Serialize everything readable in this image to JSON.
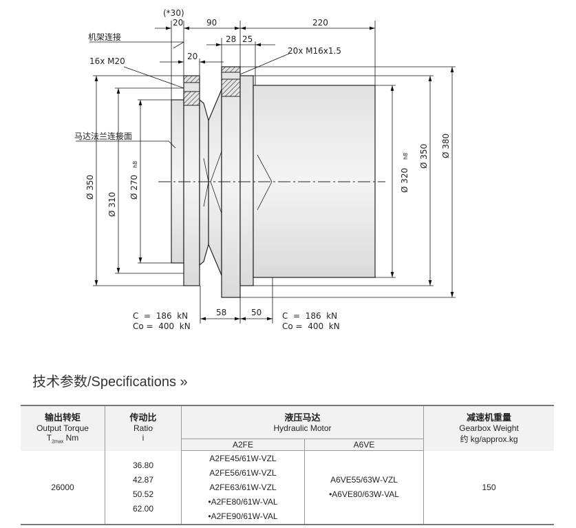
{
  "drawing": {
    "dims_top": [
      "(*30)",
      "20",
      "90",
      "220",
      "28",
      "25",
      "20"
    ],
    "labels": {
      "frame_connection": "机架连接",
      "bolts_left": "16x M20",
      "bolts_right": "20x M16x1.5",
      "motor_flange": "马达法兰连接面"
    },
    "diameters": {
      "d350_left": "Ø 350",
      "d310": "Ø 310",
      "d270": "Ø 270",
      "d270_tol": "h8",
      "d320": "Ø 320",
      "d320_tol": "h8",
      "d350_right": "Ø 350",
      "d380": "Ø 380"
    },
    "bottom": {
      "c_left": "C  =  186  kN",
      "co_left": "Co =  400  kN",
      "dim58": "58",
      "dim50": "50",
      "c_right": "C  =  186  kN",
      "co_right": "Co =  400  kN"
    }
  },
  "section_title": "技术参数/Specifications »",
  "table": {
    "headers": {
      "torque_cn": "输出转矩",
      "torque_en": "Output Torque",
      "torque_sym": "T",
      "torque_sub": "2max",
      "torque_unit": " Nm",
      "ratio_cn": "传动比",
      "ratio_en": "Ratio",
      "ratio_sym": "i",
      "motor_cn": "液压马达",
      "motor_en": "Hydraulic Motor",
      "a2fe": "A2FE",
      "a6ve": "A6VE",
      "weight_cn": "减速机重量",
      "weight_en": "Gearbox Weight",
      "weight_unit": "约 kg/approx.kg"
    },
    "row": {
      "torque": "26000",
      "ratios": [
        "36.80",
        "42.87",
        "50.52",
        "62.00"
      ],
      "a2fe": [
        "A2FE45/61W-VZL",
        "A2FE56/61W-VZL",
        "A2FE63/61W-VZL",
        "•A2FE80/61W-VAL",
        "•A2FE90/61W-VAL"
      ],
      "a6ve": [
        "A6VE55/63W-VZL",
        "•A6VE80/63W-VAL"
      ],
      "weight": "150"
    }
  }
}
